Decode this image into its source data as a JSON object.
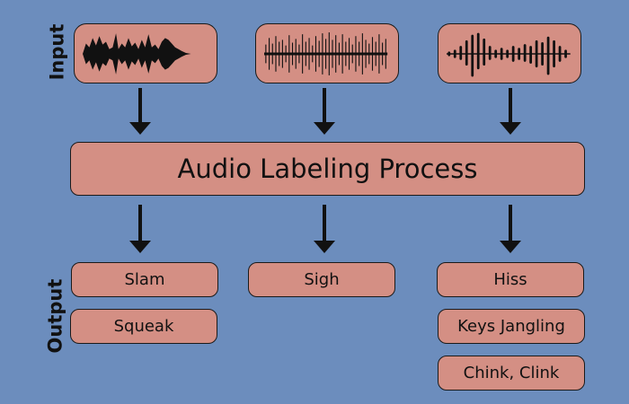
{
  "labels": {
    "input": "Input",
    "output": "Output"
  },
  "process": {
    "title": "Audio Labeling Process"
  },
  "inputs": [
    {
      "icon": "waveform-speech-icon"
    },
    {
      "icon": "waveform-noise-icon"
    },
    {
      "icon": "waveform-pulse-icon"
    }
  ],
  "outputs": {
    "col1": [
      "Slam",
      "Squeak"
    ],
    "col2": [
      "Sigh"
    ],
    "col3": [
      "Hiss",
      "Keys Jangling",
      "Chink, Clink"
    ]
  },
  "colors": {
    "background": "#6c8dbd",
    "box": "#d48f84",
    "stroke": "#111111"
  }
}
